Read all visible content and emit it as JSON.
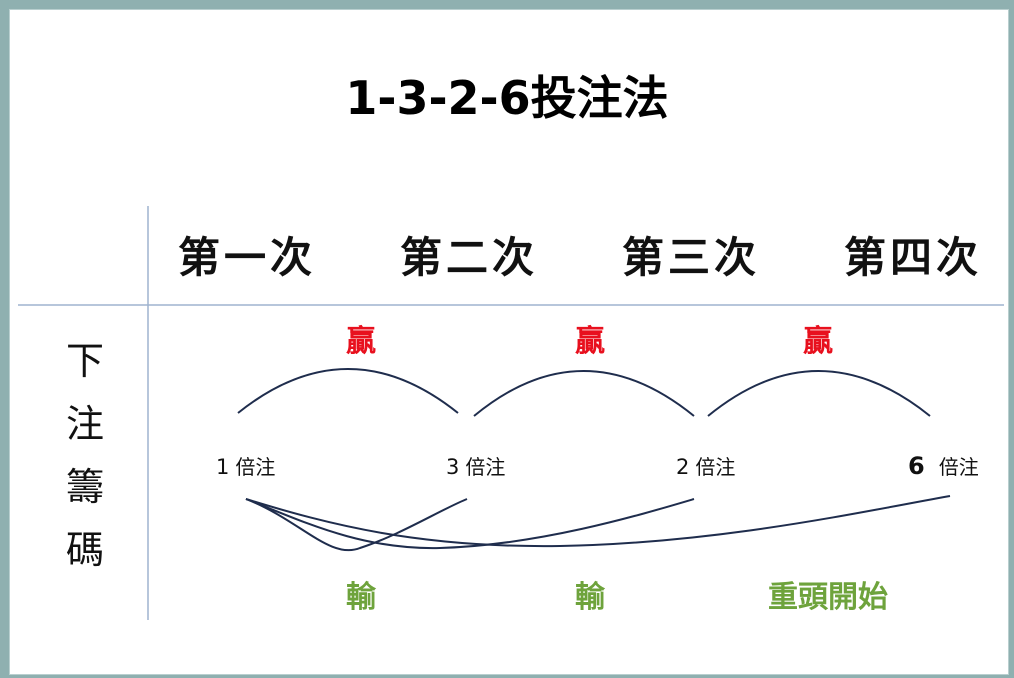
{
  "title": "1-3-2-6投注法",
  "columns": [
    "第一次",
    "第二次",
    "第三次",
    "第四次"
  ],
  "row_label": [
    "下",
    "注",
    "籌",
    "碼"
  ],
  "stakes": [
    {
      "number": "1",
      "unit": "倍注"
    },
    {
      "number": "3",
      "unit": "倍注"
    },
    {
      "number": "2",
      "unit": "倍注"
    },
    {
      "number": "6",
      "unit": "倍注"
    }
  ],
  "win_labels": [
    "贏",
    "贏",
    "贏"
  ],
  "lose_labels": [
    "輸",
    "輸",
    "重頭開始"
  ],
  "colors": {
    "win": "#e8101e",
    "lose": "#6ea33c",
    "curve": "#1f2d4d",
    "grid": "#9fb4cf"
  }
}
